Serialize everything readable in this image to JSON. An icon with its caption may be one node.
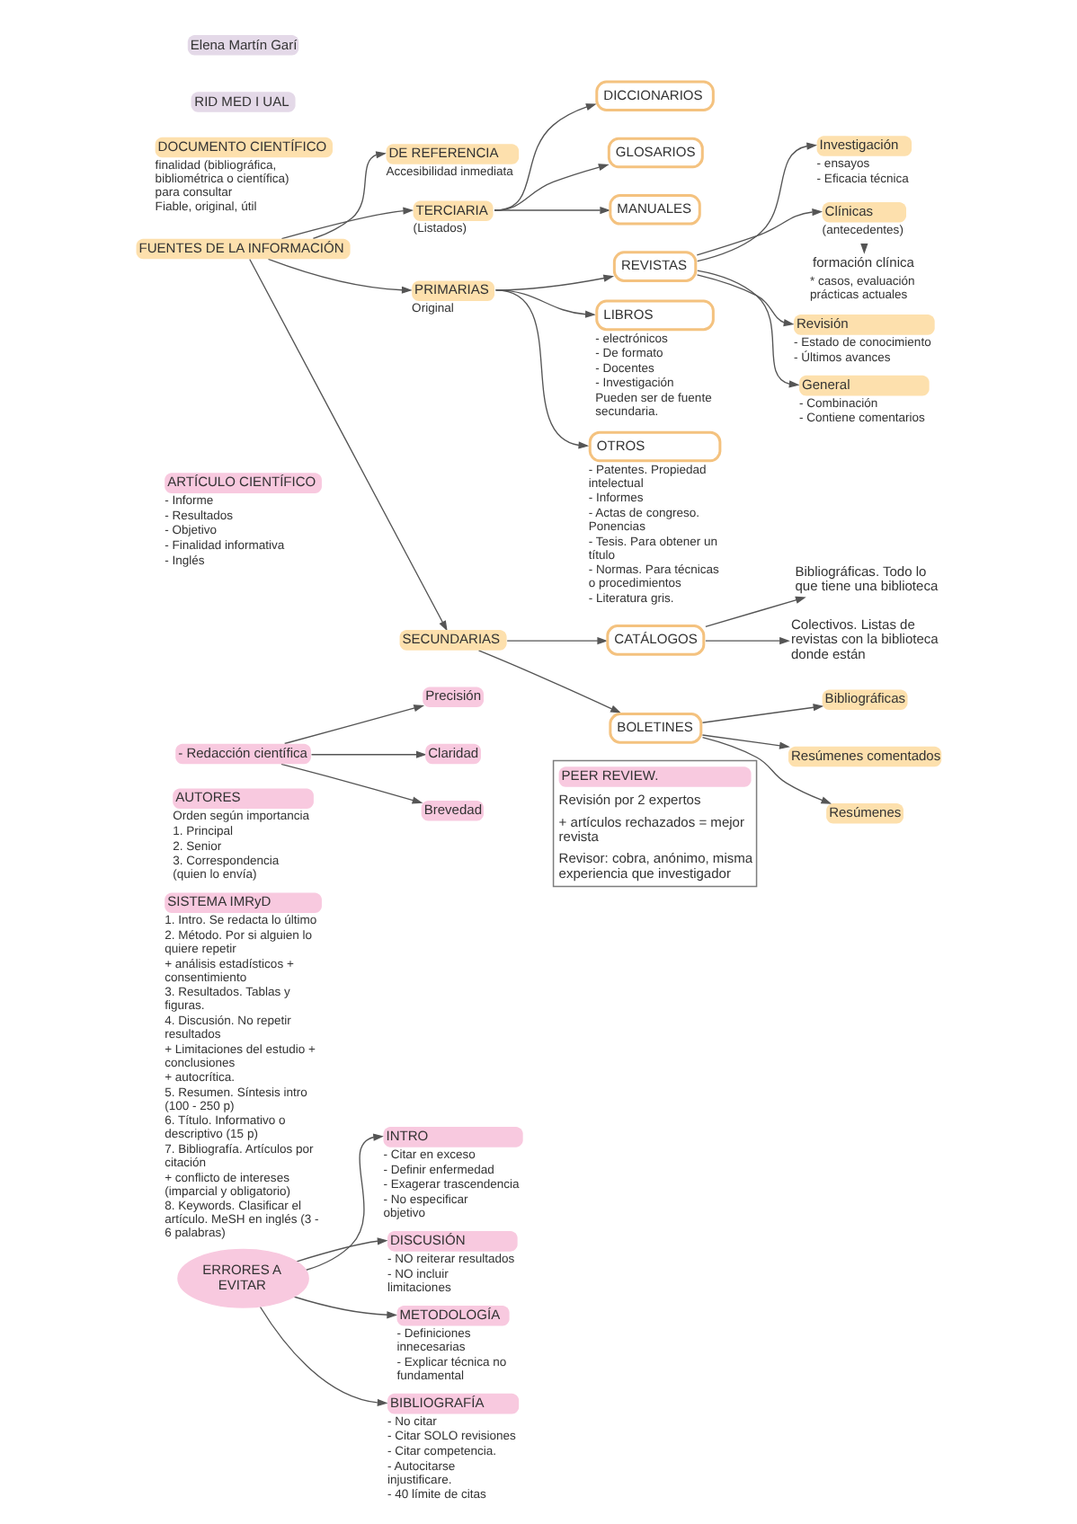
{
  "diagram": {
    "nodes": [
      {
        "text": [
          "DOCUMENTO CIENTÍFICO"
        ],
        "beside": [
          "finalidad (bibliográfica, bibliométrica o científica) para consultar",
          "Fiable, original, útil"
        ]
      },
      {
        "text": [
          "FUENTES DE LA INFORMACIÓN"
        ]
      },
      {
        "text": [
          "DE REFERENCIA"
        ],
        "beside": [
          "Accesibilidad inmediata"
        ]
      },
      {
        "text": [
          "TERCIARIA"
        ],
        "beside": [
          "(Listados)"
        ]
      },
      {
        "text": [
          "DICCIONARIOS"
        ]
      },
      {
        "text": [
          "GLOSARIOS"
        ]
      },
      {
        "text": [
          "MANUALES"
        ]
      },
      {
        "text": [
          "PRIMARIAS"
        ],
        "beside": [
          "Original"
        ]
      },
      {
        "text": [
          "REVISTAS"
        ]
      },
      {
        "text": [
          "Investigación"
        ],
        "beside": [
          "- ensayos",
          "- Eficacia técnica"
        ]
      },
      {
        "text": [
          "Clínicas"
        ],
        "beside": [
          "(antecedentes)"
        ]
      },
      {
        "text": [
          "formación clínica"
        ],
        "beside": [
          "* casos, evaluación prácticas actuales"
        ]
      },
      {
        "text": [
          "Revisión"
        ],
        "beside": [
          "- Estado de conocimiento",
          "- Últimos avances"
        ]
      },
      {
        "text": [
          "General"
        ],
        "beside": [
          "- Combinación",
          "- Contiene comentarios"
        ]
      },
      {
        "text": [
          "LIBROS"
        ],
        "beside": [
          "- electrónicos",
          "- De formato",
          "- Docentes",
          "- Investigación",
          "Pueden ser de fuente secundaria."
        ]
      },
      {
        "text": [
          "OTROS"
        ],
        "beside": [
          "- Patentes. Propiedad intelectual",
          "- Informes",
          "- Actas de congreso. Ponencias",
          "- Tesis. Para obtener un título",
          "- Normas. Para técnicas o procedimientos",
          "- Literatura gris."
        ]
      },
      {
        "text": [
          "SECUNDARIAS"
        ]
      },
      {
        "text": [
          "CATÁLOGOS"
        ]
      },
      {
        "text": [
          "Bibliográficas. Todo lo que tiene una biblioteca"
        ]
      },
      {
        "text": [
          "Colectivos. Listas de revistas con la biblioteca donde están"
        ]
      },
      {
        "text": [
          "BOLETINES"
        ]
      },
      {
        "text": [
          "Bibliográficas"
        ]
      },
      {
        "text": [
          "Resúmenes comentados"
        ]
      },
      {
        "text": [
          "Resúmenes"
        ]
      },
      {
        "text": [
          "ARTÍCULO CIENTÍFICO"
        ],
        "beside": [
          "- Informe",
          "- Resultados",
          "- Objetivo",
          "- Finalidad informativa",
          "- Inglés"
        ]
      },
      {
        "text": [
          "- Redacción científica"
        ]
      },
      {
        "text": [
          "Precisión"
        ]
      },
      {
        "text": [
          "Claridad"
        ]
      },
      {
        "text": [
          "Brevedad"
        ]
      },
      {
        "text": [
          "AUTORES"
        ],
        "beside": [
          "Orden según importancia",
          "1. Principal",
          "2. Senior",
          "3. Correspondencia (quien lo envía)"
        ]
      },
      {
        "text": [
          "SISTEMA IMRyD"
        ],
        "beside": [
          "1. Intro. Se redacta lo último",
          "2. Método. Por si alguien lo quiere repetir",
          "+ análisis estadísticos + consentimiento",
          "3. Resultados. Tablas y figuras.",
          "4. Discusión. No repetir resultados",
          "+ Limitaciones del estudio + conclusiones",
          "+ autocrítica.",
          "5. Resumen. Síntesis intro (100 - 250 p)",
          "6. Título. Informativo o descriptivo (15 p)",
          "7. Bibliografía. Artículos por citación",
          "+ conflicto de intereses (imparcial y obligatorio)",
          "8. Keywords. Clasificar el artículo. MeSH en inglés (3 - 6 palabras)"
        ]
      },
      {
        "text": [
          "PEER REVIEW.",
          "Revisión por 2 expertos",
          "+ artículos rechazados = mejor revista",
          "Revisor: cobra, anónimo, misma experiencia que investigador"
        ]
      },
      {
        "text": [
          "ERRORES A EVITAR"
        ]
      },
      {
        "text": [
          "INTRO"
        ],
        "beside": [
          "- Citar en exceso",
          "- Definir enfermedad",
          "- Exagerar trascendencia",
          "- No especificar objetivo"
        ]
      },
      {
        "text": [
          "DISCUSIÓN"
        ],
        "beside": [
          "- NO reiterar resultados",
          "- NO incluir limitaciones"
        ]
      },
      {
        "text": [
          "METODOLOGÍA"
        ],
        "beside": [
          "- Definiciones innecesarias",
          "- Explicar técnica no fundamental"
        ]
      },
      {
        "text": [
          "BIBLIOGRAFÍA"
        ],
        "beside": [
          "- No citar",
          "- Citar SOLO revisiones",
          "- Citar competencia.",
          "- Autocitarse injustificare.",
          "- 40 límite de citas"
        ]
      }
    ],
    "edges": [
      {
        "from": 1,
        "to": 2,
        "arrow": "to"
      },
      {
        "from": 1,
        "to": 3,
        "arrow": "to"
      },
      {
        "from": 3,
        "to": 4,
        "arrow": "to"
      },
      {
        "from": 3,
        "to": 5,
        "arrow": "to"
      },
      {
        "from": 3,
        "to": 6,
        "arrow": "to"
      },
      {
        "from": 1,
        "to": 7,
        "arrow": "to"
      },
      {
        "from": 7,
        "to": 8,
        "arrow": "to"
      },
      {
        "from": 8,
        "to": 9,
        "arrow": "to"
      },
      {
        "from": 8,
        "to": 10,
        "arrow": "to"
      },
      {
        "from": 10,
        "to": 11,
        "arrow": "to"
      },
      {
        "from": 8,
        "to": 12,
        "arrow": "to"
      },
      {
        "from": 8,
        "to": 13,
        "arrow": "to"
      },
      {
        "from": 7,
        "to": 14,
        "arrow": "to"
      },
      {
        "from": 7,
        "to": 15,
        "arrow": "to"
      },
      {
        "from": 1,
        "to": 16,
        "arrow": "to"
      },
      {
        "from": 16,
        "to": 17,
        "arrow": "to"
      },
      {
        "from": 17,
        "to": 18,
        "arrow": "to"
      },
      {
        "from": 17,
        "to": 19,
        "arrow": "to"
      },
      {
        "from": 16,
        "to": 20,
        "arrow": "to"
      },
      {
        "from": 20,
        "to": 21,
        "arrow": "to"
      },
      {
        "from": 20,
        "to": 22,
        "arrow": "to"
      },
      {
        "from": 20,
        "to": 23,
        "arrow": "to"
      },
      {
        "from": 25,
        "to": 26,
        "arrow": "to"
      },
      {
        "from": 25,
        "to": 27,
        "arrow": "to"
      },
      {
        "from": 25,
        "to": 28,
        "arrow": "to"
      },
      {
        "from": 32,
        "to": 33,
        "arrow": "to"
      },
      {
        "from": 32,
        "to": 34,
        "arrow": "to"
      },
      {
        "from": 32,
        "to": 35,
        "arrow": "to"
      },
      {
        "from": 32,
        "to": 36,
        "arrow": "to"
      }
    ],
    "labels": [
      "Elena Martín Garí",
      "RID MED I UAL"
    ]
  }
}
